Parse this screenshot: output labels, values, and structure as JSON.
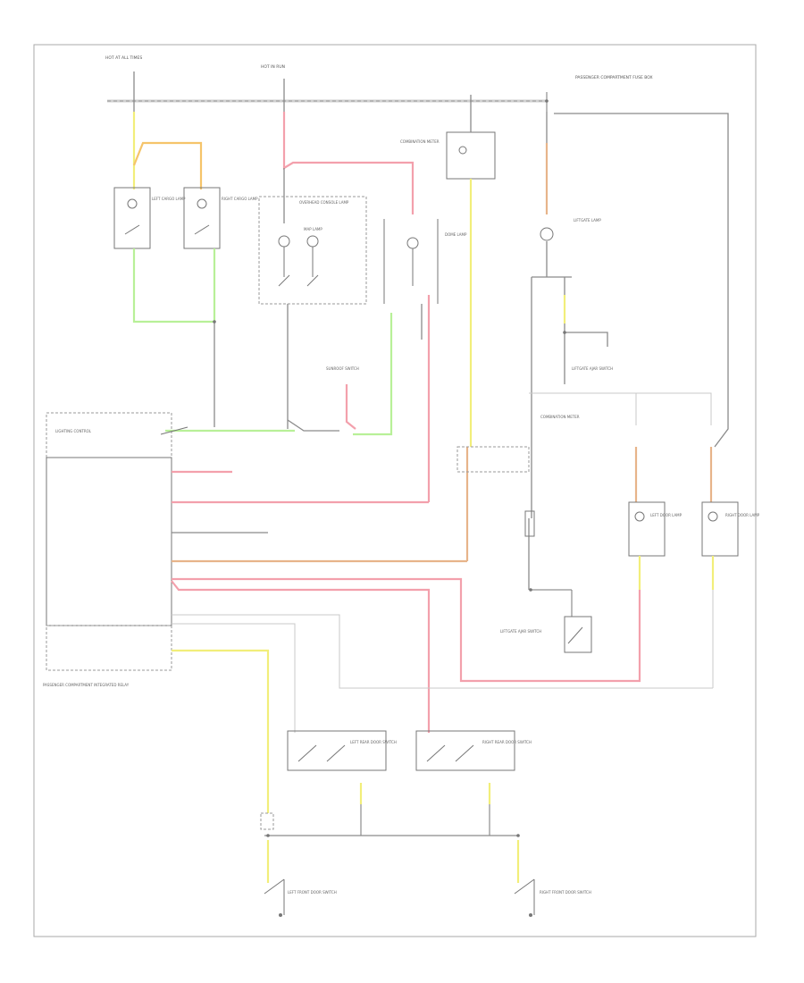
{
  "diagram": {
    "labels": {
      "top_left_fuse": "HOT AT ALL TIMES",
      "top_mid_fuse": "HOT IN RUN",
      "top_right_block": "PASSENGER COMPARTMENT FUSE BOX",
      "left_cargo_lamp": "LEFT CARGO LAMP",
      "right_cargo_lamp": "RIGHT CARGO LAMP",
      "overhead_lamp": "OVERHEAD CONSOLE LAMP",
      "map_lamp": "MAP LAMP",
      "dome_lamp": "DOME LAMP",
      "lighting_control": "LIGHTING CONTROL",
      "sunroof_lamp": "SUNROOF SWITCH",
      "liftgate_lamp": "LIFTGATE LAMP",
      "liftgate_switch": "LIFTGATE AJAR SWITCH",
      "combination_meter": "COMBINATION METER",
      "left_door_lamp": "LEFT DOOR LAMP",
      "right_door_lamp": "RIGHT DOOR LAMP",
      "left_rear_door_switch": "LEFT REAR DOOR SWITCH",
      "right_rear_door_switch": "RIGHT REAR DOOR SWITCH",
      "left_front_door_switch": "LEFT FRONT DOOR SWITCH",
      "right_front_door_switch": "RIGHT FRONT DOOR SWITCH",
      "control_module": "PASSENGER COMPARTMENT INTEGRATED RELAY",
      "bottom_left_code": "",
      "module_pin_1": "",
      "module_pin_2": "",
      "module_pin_3": "",
      "module_pin_4": "",
      "module_pin_5": "",
      "module_pin_6": "",
      "module_pin_7": ""
    }
  }
}
